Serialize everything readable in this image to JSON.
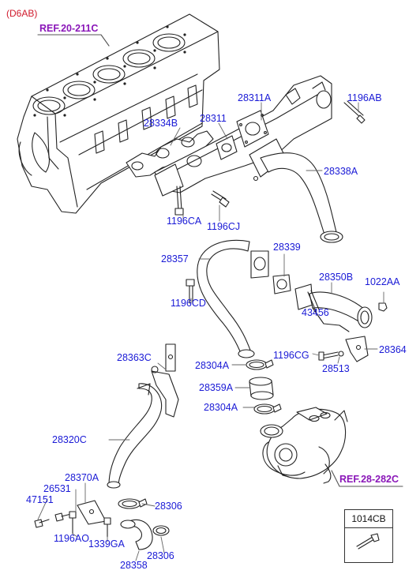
{
  "engine_code": "(D6AB)",
  "refs": {
    "cylinder_block": "REF.20-211C",
    "turbocharger": "REF.28-282C"
  },
  "parts": {
    "p28311A": "28311A",
    "p1196AB": "1196AB",
    "p28334B": "28334B",
    "p28311": "28311",
    "p28338A": "28338A",
    "p1196CA": "1196CA",
    "p1196CJ": "1196CJ",
    "p28357": "28357",
    "p28339": "28339",
    "p28350B": "28350B",
    "p1022AA": "1022AA",
    "p1196CD": "1196CD",
    "p43456": "43456",
    "p1196CG": "1196CG",
    "p28364": "28364",
    "p28513": "28513",
    "p28363C": "28363C",
    "p28304A_1": "28304A",
    "p28359A": "28359A",
    "p28304A_2": "28304A",
    "p28320C": "28320C",
    "p28370A": "28370A",
    "p26531": "26531",
    "p47151": "47151",
    "p28306_1": "28306",
    "p1196AO": "1196AO",
    "p1339GA": "1339GA",
    "p28306_2": "28306",
    "p28358": "28358"
  },
  "legend_box": {
    "title": "1014CB"
  }
}
